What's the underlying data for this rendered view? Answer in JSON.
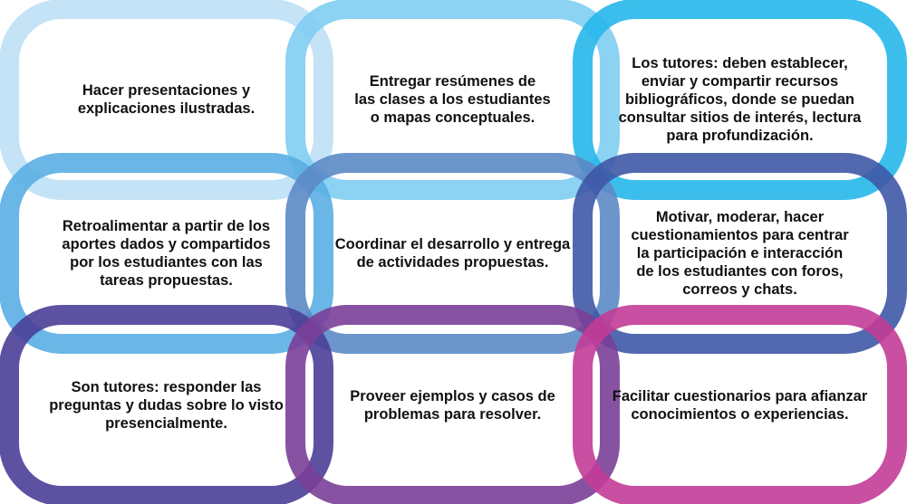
{
  "cells": [
    {
      "id": "c1",
      "color": "#bfe0f6",
      "text": "Hacer presentaciones y\nexplicaciones ilustradas."
    },
    {
      "id": "c2",
      "color": "#7fcdf2",
      "text": "Entregar resúmenes de\nlas clases a los estudiantes\no mapas conceptuales."
    },
    {
      "id": "c3",
      "color": "#26b7ea",
      "text": "Los tutores: deben establecer,\nenviar y compartir recursos\nbibliográficos, donde se puedan\nconsultar sitios de interés, lectura\npara profundización."
    },
    {
      "id": "c4",
      "color": "#5aaee3",
      "text": "Retroalimentar a partir de los\naportes dados y compartidos\npor los estudiantes con las\ntareas propuestas."
    },
    {
      "id": "c5",
      "color": "#5c89c6",
      "text": "Coordinar el desarrollo y entrega\nde actividades propuestas."
    },
    {
      "id": "c6",
      "color": "#3f58a6",
      "text": "Motivar, moderar, hacer\ncuestionamientos para centrar\nla participación e  interacción\nde los estudiantes con  foros,\ncorreos y chats."
    },
    {
      "id": "c7",
      "color": "#4a3f97",
      "text": "Son tutores: responder las\npreguntas y dudas sobre lo visto\npresencialmente."
    },
    {
      "id": "c8",
      "color": "#7b3f98",
      "text": "Proveer ejemplos y casos de\nproblemas para resolver."
    },
    {
      "id": "c9",
      "color": "#c23c97",
      "text": "Facilitar cuestionarios para afianzar\nconocimientos o experiencias."
    }
  ]
}
